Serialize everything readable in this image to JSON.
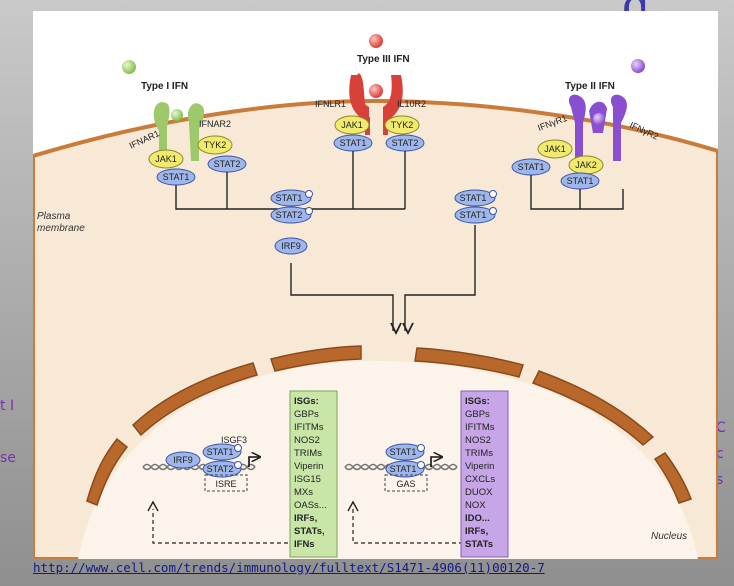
{
  "slide": {
    "title_fragment": "g",
    "left_margin_lines": [
      "t I",
      "se"
    ],
    "right_margin_lines": [
      "C",
      "c",
      "s"
    ],
    "source_url": "http://www.cell.com/trends/immunology/fulltext/S1471-4906(11)00120-7"
  },
  "diagram": {
    "ligands": {
      "type1": "Type I IFN",
      "type3": "Type III IFN",
      "type2": "Type II IFN"
    },
    "receptors": {
      "ifnar1": "IFNAR1",
      "ifnar2": "IFNAR2",
      "ifnlr1": "IFNLR1",
      "il10r2": "IL10R2",
      "ifngr1": "IFNγR1",
      "ifngr2": "IFNγR2"
    },
    "kinases": {
      "jak1": "JAK1",
      "tyk2": "TYK2",
      "jak2": "JAK2"
    },
    "stats": {
      "stat1": "STAT1",
      "stat2": "STAT2",
      "irf9": "IRF9",
      "phospho": "P"
    },
    "membrane": {
      "plasma_line1": "Plasma",
      "plasma_line2": "membrane",
      "nucleus": "Nucleus"
    },
    "complexes": {
      "isgf3": "ISGF3",
      "isre": "ISRE",
      "gas": "GAS"
    },
    "isg_box_green": {
      "items": [
        "ISGs:",
        "GBPs",
        "IFITMs",
        "NOS2",
        "TRIMs",
        "Viperin",
        "ISG15",
        "MXs",
        "OASs...",
        "IRFs,",
        "STATs,",
        "IFNs"
      ],
      "color": "#c9e6a8"
    },
    "isg_box_purple": {
      "items": [
        "ISGs:",
        "GBPs",
        "IFITMs",
        "NOS2",
        "TRIMs",
        "Viperin",
        "CXCLs",
        "DUOX",
        "NOX",
        "IDO...",
        "IRFs,",
        "STATs"
      ],
      "color": "#c6a6e6"
    }
  },
  "colors": {
    "cell_fill": "#f7e9d6",
    "membrane": "#c97c3a",
    "type1_receptor": "#9dc96a",
    "type3_receptor": "#d8403a",
    "type2_receptor": "#8a4fd0",
    "kinase": "#f1ea6e",
    "stat": "#9fb6ea"
  }
}
